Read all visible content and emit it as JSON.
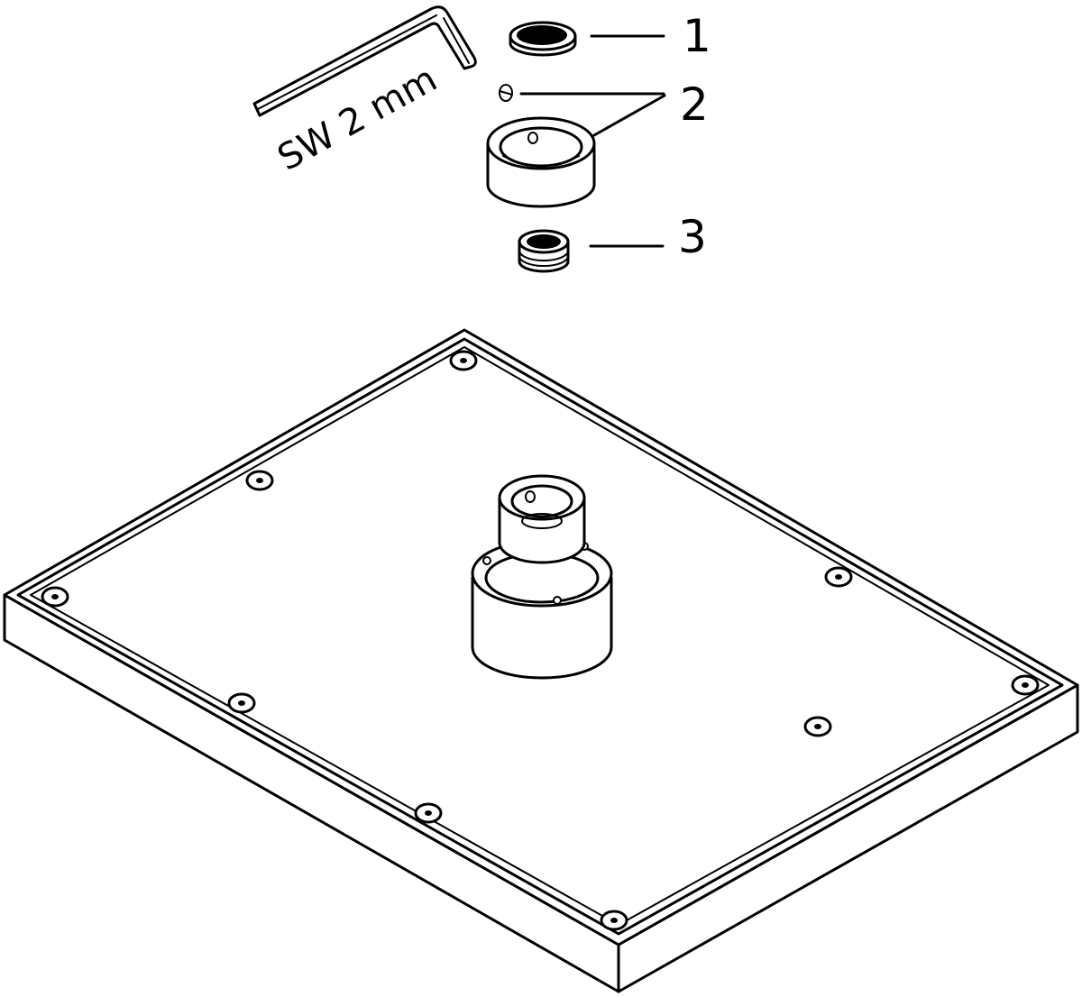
{
  "tool_label": "SW 2 mm",
  "callouts": [
    {
      "number": "1"
    },
    {
      "number": "2"
    },
    {
      "number": "3"
    }
  ]
}
